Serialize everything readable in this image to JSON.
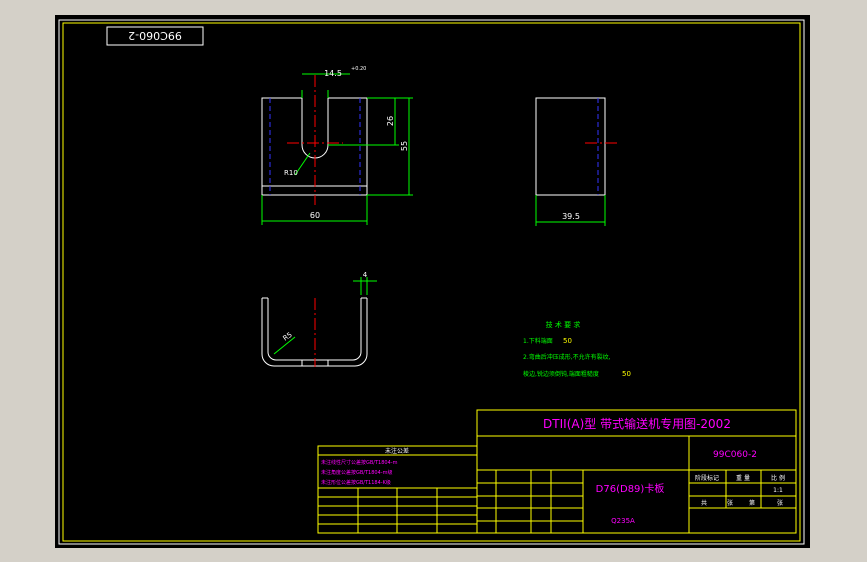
{
  "drawing": {
    "code_box": "99C060-2",
    "title": "DTII(A)型  带式输送机专用图-2002",
    "drawing_number": "99C060-2",
    "part_name": "D76(D89)卡板",
    "material": "Q235A",
    "header_right": [
      "阶段标记",
      "重 量",
      "比 例"
    ],
    "scale": "1:1",
    "sheet": [
      "共",
      "张",
      "第",
      "张"
    ],
    "tech_req": {
      "title": "技 术 要 求",
      "lines": [
        "1.下料端面",
        "2.弯曲后冲压成形,不允许有裂纹,",
        "   棱边,锐边须倒钝,端面粗糙度"
      ],
      "roughness": "50"
    },
    "dims": {
      "slot_w": "14.5",
      "slot_tol": "+0.20",
      "slot_depth": "26",
      "height": "55",
      "width": "60",
      "radius": "R10",
      "side_w": "39.5",
      "thickness": "4",
      "bend_r": "R5"
    },
    "tol_table": {
      "title": "未注公差",
      "rows": [
        "未注线性尺寸公差按GB/T1804-m",
        "未注角度公差按GB/T1804-m级",
        "未注形位公差按GB/T1184-K级"
      ]
    }
  }
}
